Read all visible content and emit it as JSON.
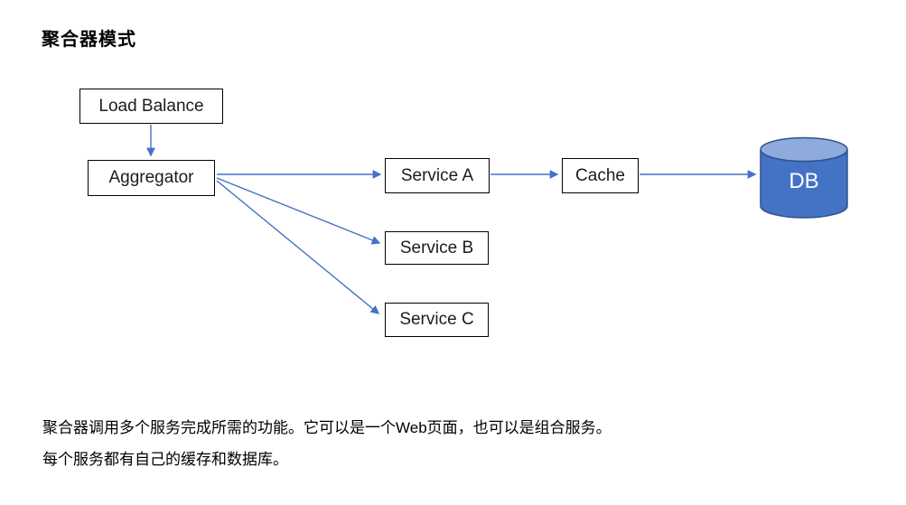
{
  "title": "聚合器模式",
  "nodes": {
    "load_balance": "Load Balance",
    "aggregator": "Aggregator",
    "service_a": "Service A",
    "service_b": "Service B",
    "service_c": "Service C",
    "cache": "Cache",
    "db": "DB"
  },
  "edges": [
    {
      "from": "Load Balance",
      "to": "Aggregator"
    },
    {
      "from": "Aggregator",
      "to": "Service A"
    },
    {
      "from": "Aggregator",
      "to": "Service B"
    },
    {
      "from": "Aggregator",
      "to": "Service C"
    },
    {
      "from": "Service A",
      "to": "Cache"
    },
    {
      "from": "Cache",
      "to": "DB"
    }
  ],
  "notes": [
    "聚合器调用多个服务完成所需的功能。它可以是一个Web页面，也可以是组合服务。",
    "每个服务都有自己的缓存和数据库。"
  ],
  "colors": {
    "arrow": "#4472C4",
    "cylinder_body": "#4472C4",
    "cylinder_top": "#8FAADC",
    "cylinder_outline": "#2F528F",
    "box_border": "#000000",
    "background": "#FFFFFF"
  }
}
